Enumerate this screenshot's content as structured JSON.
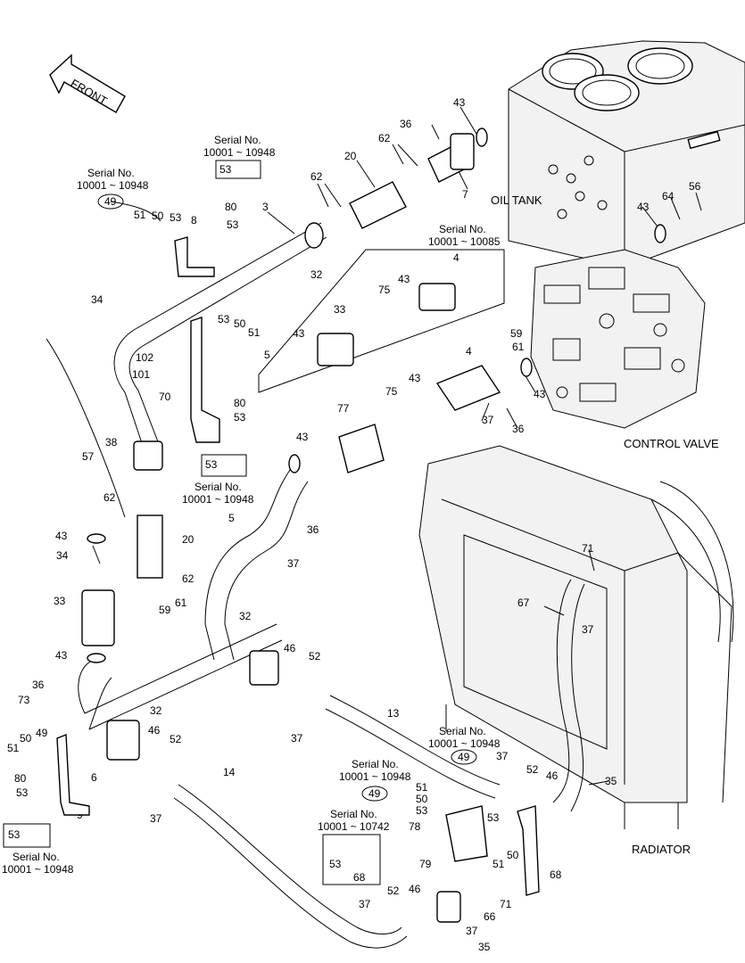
{
  "components": {
    "oil_tank": "OIL TANK",
    "control_valve": "CONTROL VALVE",
    "radiator": "RADIATOR",
    "front": "FRONT"
  },
  "serial_label": "Serial No.",
  "serial_ranges": {
    "a": "10001 ~ 10948",
    "b": "10001 ~ 10085",
    "c": "10001 ~ 10742"
  },
  "part_numbers": [
    "3",
    "4",
    "5",
    "6",
    "7",
    "8",
    "9",
    "13",
    "14",
    "20",
    "32",
    "33",
    "34",
    "35",
    "36",
    "37",
    "38",
    "43",
    "46",
    "49",
    "50",
    "51",
    "52",
    "53",
    "56",
    "57",
    "59",
    "61",
    "62",
    "64",
    "66",
    "67",
    "68",
    "70",
    "71",
    "73",
    "75",
    "77",
    "78",
    "79",
    "80",
    "101",
    "102"
  ]
}
